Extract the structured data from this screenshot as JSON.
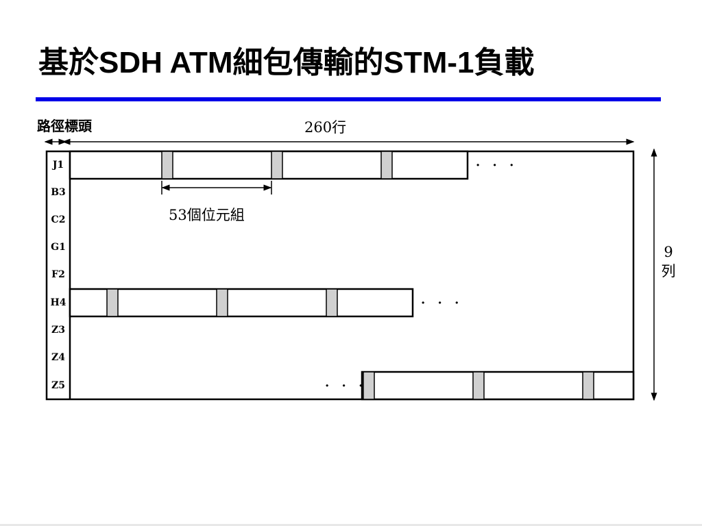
{
  "title": {
    "part1": "基於",
    "part2": "SDH ATM",
    "part3": "細包傳輸的",
    "part4": "STM-1",
    "part5": "負載"
  },
  "diagram": {
    "path_overhead_label": "路徑標頭",
    "columns_label": "260行",
    "cell_label": "53個位元組",
    "rows_label_num": "9",
    "rows_label_unit": "列",
    "overhead_bytes": [
      "J1",
      "B3",
      "C2",
      "G1",
      "F2",
      "H4",
      "Z3",
      "Z4",
      "Z5"
    ],
    "continuation": "· · ·"
  },
  "colors": {
    "rule": "#0000e8",
    "cell_header": "#d0d0d0"
  }
}
